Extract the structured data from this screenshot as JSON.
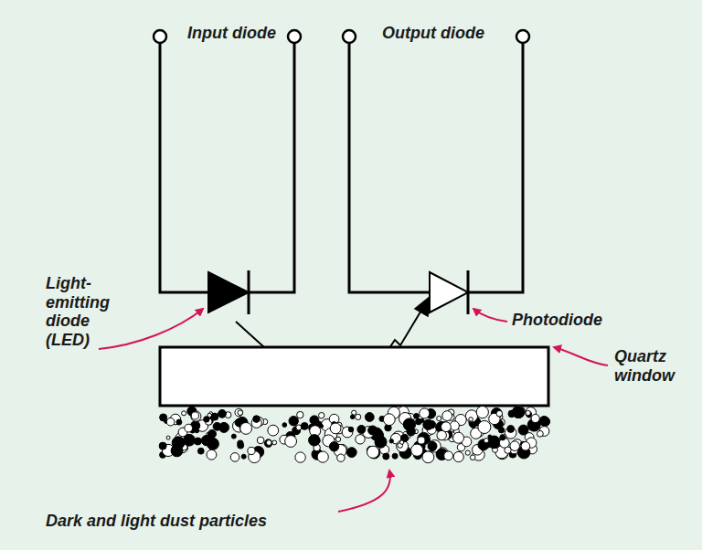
{
  "diagram": {
    "labels": [
      "Input diode",
      "Output diode",
      "Light-emitting diode (LED)",
      "Photodiode",
      "Quartz window",
      "Dark and light dust particles"
    ]
  }
}
